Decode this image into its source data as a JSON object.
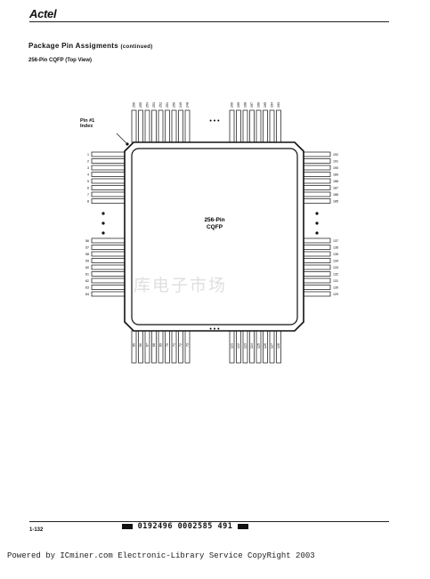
{
  "header": {
    "logo_text": "Actel",
    "title": "Package Pin Assigments",
    "title_note": "(continued)",
    "subtitle": "256-Pin CQFP (Top View)"
  },
  "diagram": {
    "pin1_label_line1": "Pin #1",
    "pin1_label_line2": "Index",
    "center_line1": "256-Pin",
    "center_line2": "CQFP",
    "ellipsis": "• • •",
    "top_left_pins": [
      "256",
      "255",
      "254",
      "253",
      "252",
      "251",
      "250",
      "249",
      "248"
    ],
    "top_right_pins": [
      "200",
      "199",
      "198",
      "197",
      "196",
      "195",
      "194",
      "193"
    ],
    "left_top_pins": [
      "1",
      "2",
      "3",
      "4",
      "5",
      "6",
      "7",
      "8"
    ],
    "left_bottom_pins": [
      "56",
      "57",
      "58",
      "59",
      "60",
      "61",
      "62",
      "63",
      "64"
    ],
    "right_top_pins": [
      "192",
      "191",
      "190",
      "189",
      "188",
      "187",
      "186",
      "185"
    ],
    "right_bottom_pins": [
      "137",
      "136",
      "135",
      "134",
      "133",
      "132",
      "131",
      "130",
      "129"
    ],
    "bottom_left_pins": [
      "65",
      "66",
      "67",
      "68",
      "69",
      "70",
      "71",
      "72",
      "73"
    ],
    "bottom_right_pins": [
      "121",
      "122",
      "123",
      "124",
      "125",
      "126",
      "127",
      "128"
    ]
  },
  "footer": {
    "page_number": "1-132",
    "barcode_text": "0192496 0002585 491",
    "copyright": "Powered by ICminer.com Electronic-Library Service CopyRight 2003",
    "watermark": "库电子市场"
  }
}
